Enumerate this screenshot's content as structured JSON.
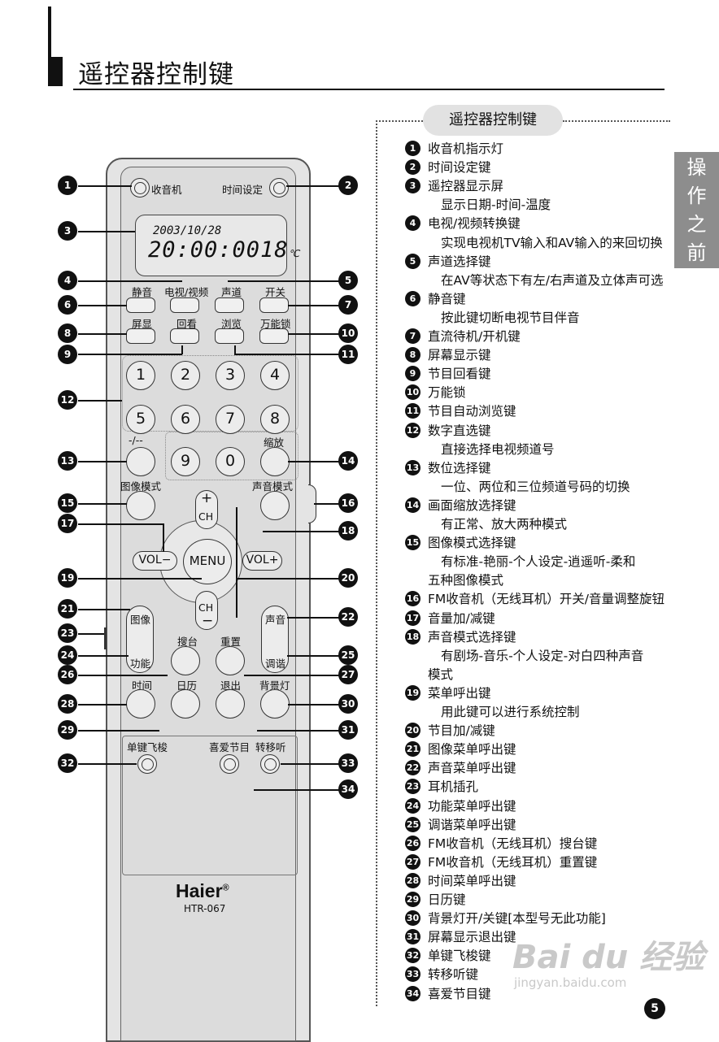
{
  "header": {
    "title": "遥控器控制键"
  },
  "side_tab": [
    "操",
    "作",
    "之",
    "前"
  ],
  "legend": {
    "title": "遥控器控制键",
    "items": [
      {
        "n": "1",
        "text": "收音机指示灯"
      },
      {
        "n": "2",
        "text": "时间设定键"
      },
      {
        "n": "3",
        "text": "遥控器显示屏"
      },
      {
        "n": "",
        "text": "显示日期-时间-温度"
      },
      {
        "n": "4",
        "text": "电视/视频转换键"
      },
      {
        "n": "",
        "text": "实现电视机TV输入和AV输入的来回切换"
      },
      {
        "n": "5",
        "text": "声道选择键"
      },
      {
        "n": "",
        "text": "在AV等状态下有左/右声道及立体声可选"
      },
      {
        "n": "6",
        "text": "静音键"
      },
      {
        "n": "",
        "text": "按此键切断电视节目伴音"
      },
      {
        "n": "7",
        "text": "直流待机/开机键"
      },
      {
        "n": "8",
        "text": "屏幕显示键"
      },
      {
        "n": "9",
        "text": "节目回看键"
      },
      {
        "n": "10",
        "text": "万能锁"
      },
      {
        "n": "11",
        "text": "节目自动浏览键"
      },
      {
        "n": "12",
        "text": "数字直选键"
      },
      {
        "n": "",
        "text": "直接选择电视频道号"
      },
      {
        "n": "13",
        "text": "数位选择键"
      },
      {
        "n": "",
        "text": "一位、两位和三位频道号码的切换"
      },
      {
        "n": "14",
        "text": "画面缩放选择键"
      },
      {
        "n": "",
        "text": "有正常、放大两种模式"
      },
      {
        "n": "15",
        "text": "图像模式选择键"
      },
      {
        "n": "",
        "text": "有标准-艳丽-个人设定-逍遥听-柔和"
      },
      {
        "n": "",
        "text": "五种图像模式"
      },
      {
        "n": "16",
        "text": "FM收音机（无线耳机）开关/音量调整旋钮"
      },
      {
        "n": "17",
        "text": "音量加/减键"
      },
      {
        "n": "18",
        "text": "声音模式选择键"
      },
      {
        "n": "",
        "text": "有剧场-音乐-个人设定-对白四种声音"
      },
      {
        "n": "",
        "text": "模式"
      },
      {
        "n": "19",
        "text": "菜单呼出键"
      },
      {
        "n": "",
        "text": "用此键可以进行系统控制"
      },
      {
        "n": "20",
        "text": "节目加/减键"
      },
      {
        "n": "21",
        "text": "图像菜单呼出键"
      },
      {
        "n": "22",
        "text": "声音菜单呼出键"
      },
      {
        "n": "23",
        "text": "耳机插孔"
      },
      {
        "n": "24",
        "text": "功能菜单呼出键"
      },
      {
        "n": "25",
        "text": "调谐菜单呼出键"
      },
      {
        "n": "26",
        "text": "FM收音机（无线耳机）搜台键"
      },
      {
        "n": "27",
        "text": "FM收音机（无线耳机）重置键"
      },
      {
        "n": "28",
        "text": "时间菜单呼出键"
      },
      {
        "n": "29",
        "text": "日历键"
      },
      {
        "n": "30",
        "text": "背景灯开/关键[本型号无此功能]"
      },
      {
        "n": "31",
        "text": "屏幕显示退出键"
      },
      {
        "n": "32",
        "text": "单键飞梭键"
      },
      {
        "n": "33",
        "text": "转移听键"
      },
      {
        "n": "34",
        "text": "喜爱节目键"
      }
    ]
  },
  "remote": {
    "radio": "收音机",
    "time_set": "时间设定",
    "lcd_date": "2003/10/28",
    "lcd_time": "20:00:00",
    "lcd_temp": "18",
    "lcd_unit": "℃",
    "mute": "静音",
    "tv_av": "电视/视频",
    "sound_ch": "声道",
    "power": "开关",
    "display": "屏显",
    "recall": "回看",
    "browse": "浏览",
    "lock": "万能锁",
    "digits": [
      "1",
      "2",
      "3",
      "4",
      "5",
      "6",
      "7",
      "8",
      "9",
      "0"
    ],
    "digit_sel": "-/--",
    "zoom": "缩放",
    "pic_mode": "图像模式",
    "sound_mode": "声音模式",
    "ch": "CH",
    "plus": "+",
    "minus": "−",
    "vol_minus": "VOL−",
    "menu": "MENU",
    "vol_plus": "VOL+",
    "picture": "图像",
    "function": "功能",
    "sound": "声音",
    "tuning": "调谐",
    "search": "搜台",
    "reset": "重置",
    "time": "时间",
    "calendar": "日历",
    "exit": "退出",
    "backlight": "背景灯",
    "shuttle": "单键飞梭",
    "favorite": "喜爱节目",
    "transfer": "转移听",
    "brand": "Haier",
    "brand_mark": "®",
    "model": "HTR-067"
  },
  "callouts": [
    "1",
    "2",
    "3",
    "4",
    "5",
    "6",
    "7",
    "8",
    "9",
    "10",
    "11",
    "12",
    "13",
    "14",
    "15",
    "16",
    "17",
    "18",
    "19",
    "20",
    "21",
    "22",
    "23",
    "24",
    "25",
    "26",
    "27",
    "28",
    "29",
    "30",
    "31",
    "32",
    "33",
    "34"
  ],
  "page_number": "5",
  "watermark": {
    "logo": "Bai du 经验",
    "url": "jingyan.baidu.com"
  }
}
